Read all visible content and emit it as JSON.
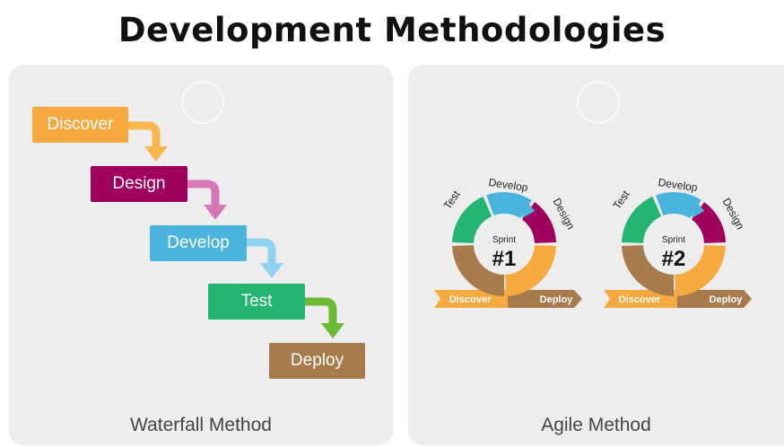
{
  "page_title": "Development Methodologies",
  "waterfall": {
    "caption": "Waterfall Method",
    "steps": [
      {
        "label": "Discover",
        "color": "#f5a93e"
      },
      {
        "label": "Design",
        "color": "#a0005e"
      },
      {
        "label": "Develop",
        "color": "#4ab4de"
      },
      {
        "label": "Test",
        "color": "#25b573"
      },
      {
        "label": "Deploy",
        "color": "#a77b4b"
      }
    ],
    "arrow_colors": [
      "#f8b74e",
      "#d876b8",
      "#8fd3f0",
      "#6cba38"
    ]
  },
  "agile": {
    "caption": "Agile Method",
    "sprints": [
      {
        "sprint_label": "Sprint",
        "number": "#1"
      },
      {
        "sprint_label": "Sprint",
        "number": "#2"
      }
    ],
    "cycle_labels": {
      "develop": "Develop",
      "design": "Design",
      "test": "Test",
      "discover": "Discover",
      "deploy": "Deploy"
    },
    "colors": {
      "develop": "#4ab4de",
      "design": "#a0005e",
      "test": "#25b573",
      "discover": "#f5a93e",
      "deploy": "#a77b4b"
    }
  }
}
